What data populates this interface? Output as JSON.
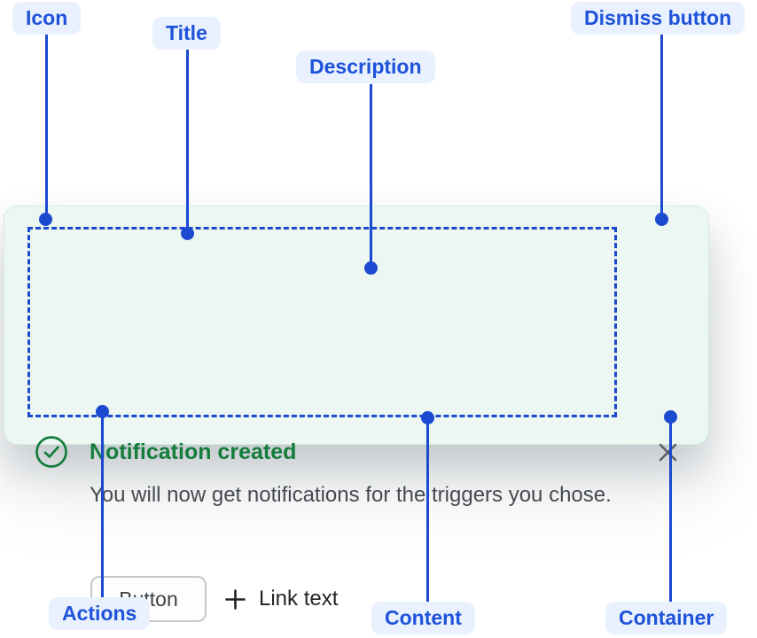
{
  "diagram": {
    "annotations": {
      "icon": "Icon",
      "title": "Title",
      "description": "Description",
      "dismiss": "Dismiss button",
      "actions": "Actions",
      "content": "Content",
      "container": "Container"
    }
  },
  "flag": {
    "title": "Notification created",
    "description": "You will now get notifications for the triggers you chose.",
    "actions": {
      "button": "Button",
      "link": "Link text"
    },
    "icons": {
      "status": "success-check-circle-icon",
      "link_prefix": "plus-icon",
      "dismiss": "close-icon"
    }
  },
  "colors": {
    "annotation_blue": "#1b49cf",
    "annotation_text_blue": "#1d52d9",
    "annotation_pill_bg": "#e9f1fe",
    "success_green": "#147c3c",
    "flag_background": "#ecf7f1",
    "description_text": "#46494f",
    "dismiss_gray": "#5a5e64"
  }
}
